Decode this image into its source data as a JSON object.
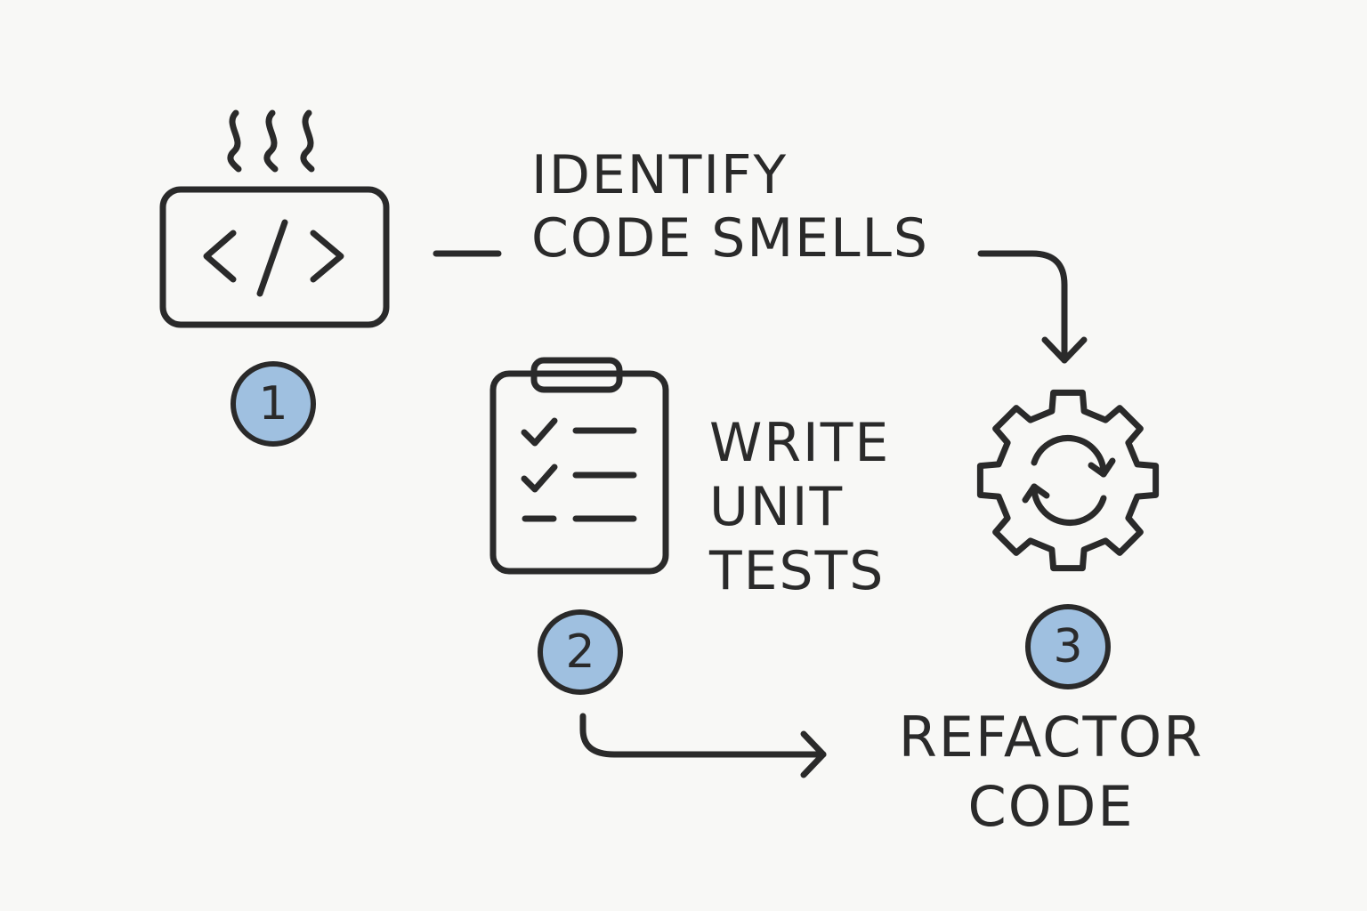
{
  "colors": {
    "ink": "#2a2a2a",
    "badge_fill": "#9fc0e0",
    "background": "#f8f8f6"
  },
  "steps": [
    {
      "number": "1",
      "icon": "code-window-icon",
      "label_lines": [
        "IDENTIFY",
        "CODE SMELLS"
      ]
    },
    {
      "number": "2",
      "icon": "clipboard-checklist-icon",
      "label_lines": [
        "WRITE",
        "UNIT",
        "TESTS"
      ]
    },
    {
      "number": "3",
      "icon": "gear-refresh-icon",
      "label_lines": [
        "REFACTOR",
        "CODE"
      ]
    }
  ]
}
